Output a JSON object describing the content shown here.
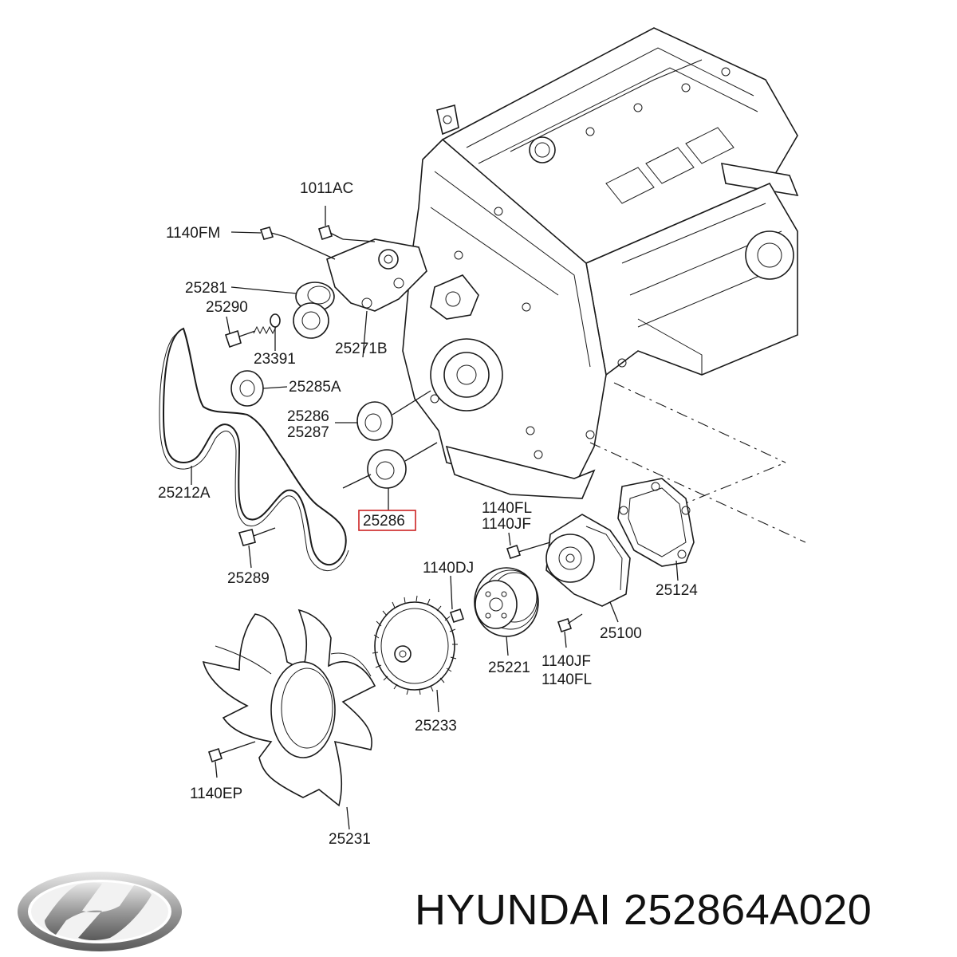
{
  "diagram": {
    "labels": {
      "l_1011AC": "1011AC",
      "l_1140FM": "1140FM",
      "l_25281": "25281",
      "l_25290": "25290",
      "l_23391": "23391",
      "l_25271B": "25271B",
      "l_25285A": "25285A",
      "l_25286a": "25286",
      "l_25287": "25287",
      "l_25212A": "25212A",
      "l_25286b": "25286",
      "l_25289": "25289",
      "l_1140FLa": "1140FL",
      "l_1140JFa": "1140JF",
      "l_1140DJ": "1140DJ",
      "l_25124": "25124",
      "l_25100": "25100",
      "l_25221": "25221",
      "l_1140JFb": "1140JF",
      "l_1140FLb": "1140FL",
      "l_25233": "25233",
      "l_1140EP": "1140EP",
      "l_25231": "25231"
    },
    "highlight_color": "#cc2222"
  },
  "footer": {
    "brand": "HYUNDAI",
    "part_number": "252864A020",
    "title": "HYUNDAI 252864A020",
    "logo_icon": "hyundai-logo-icon"
  }
}
